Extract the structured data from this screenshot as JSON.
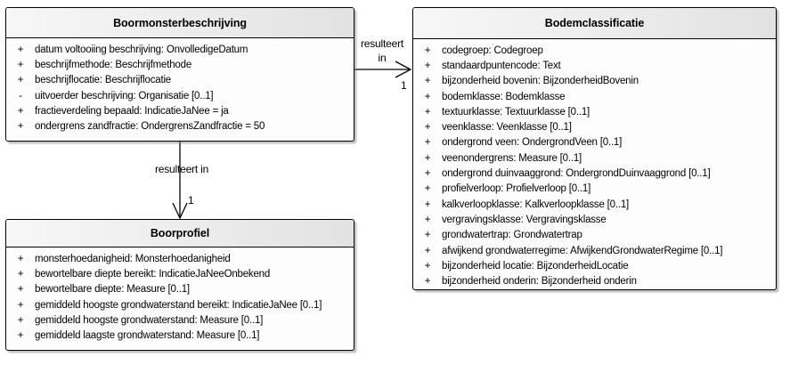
{
  "diagram": {
    "kind": "uml-class-diagram",
    "language": "nl"
  },
  "colors": {
    "background": "#ffffff",
    "box_border": "#000000",
    "box_body": "#fdfdfd",
    "header_fill": "#ececec",
    "text": "#000000",
    "shadow": "#9e9e9e"
  },
  "classes": [
    {
      "id": "boormonsterbeschrijving",
      "title": "Boormonsterbeschrijving",
      "attributes": [
        {
          "visibility": "+",
          "name": "datum voltooiing beschrijving",
          "type": "OnvolledigeDatum"
        },
        {
          "visibility": "+",
          "name": "beschrijfmethode",
          "type": "Beschrijfmethode"
        },
        {
          "visibility": "+",
          "name": "beschrijflocatie",
          "type": "Beschrijflocatie"
        },
        {
          "visibility": "-",
          "name": "uitvoerder beschrijving",
          "type": "Organisatie [0..1]"
        },
        {
          "visibility": "+",
          "name": "fractieverdeling bepaald",
          "type": "IndicatieJaNee",
          "default": "ja"
        },
        {
          "visibility": "+",
          "name": "ondergrens zandfractie",
          "type": "OndergrensZandfractie",
          "default": "50"
        }
      ]
    },
    {
      "id": "bodemclassificatie",
      "title": "Bodemclassificatie",
      "attributes": [
        {
          "visibility": "+",
          "name": "codegroep",
          "type": "Codegroep"
        },
        {
          "visibility": "+",
          "name": "standaardpuntencode",
          "type": "Text"
        },
        {
          "visibility": "+",
          "name": "bijzonderheid bovenin",
          "type": "BijzonderheidBovenin"
        },
        {
          "visibility": "+",
          "name": "bodemklasse",
          "type": "Bodemklasse"
        },
        {
          "visibility": "+",
          "name": "textuurklasse",
          "type": "Textuurklasse [0..1]"
        },
        {
          "visibility": "+",
          "name": "veenklasse",
          "type": "Veenklasse [0..1]"
        },
        {
          "visibility": "+",
          "name": "ondergrond veen",
          "type": "OndergrondVeen [0..1]"
        },
        {
          "visibility": "+",
          "name": "veenondergrens",
          "type": "Measure [0..1]"
        },
        {
          "visibility": "+",
          "name": "ondergrond duinvaaggrond",
          "type": "OndergrondDuinvaaggrond [0..1]"
        },
        {
          "visibility": "+",
          "name": "profielverloop",
          "type": "Profielverloop [0..1]"
        },
        {
          "visibility": "+",
          "name": "kalkverloopklasse",
          "type": "Kalkverloopklasse [0..1]"
        },
        {
          "visibility": "+",
          "name": "vergravingsklasse",
          "type": "Vergravingsklasse"
        },
        {
          "visibility": "+",
          "name": "grondwatertrap",
          "type": "Grondwatertrap"
        },
        {
          "visibility": "+",
          "name": "afwijkend grondwaterregime",
          "type": "AfwijkendGrondwaterRegime [0..1]"
        },
        {
          "visibility": "+",
          "name": "bijzonderheid locatie",
          "type": "BijzonderheidLocatie"
        },
        {
          "visibility": "+",
          "name": "bijzonderheid onderin",
          "type": "Bijzonderheid onderin"
        }
      ]
    },
    {
      "id": "boorprofiel",
      "title": "Boorprofiel",
      "attributes": [
        {
          "visibility": "+",
          "name": "monsterhoedanigheid",
          "type": "Monsterhoedanigheid"
        },
        {
          "visibility": "+",
          "name": "bewortelbare diepte bereikt",
          "type": "IndicatieJaNeeOnbekend"
        },
        {
          "visibility": "+",
          "name": "bewortelbare diepte",
          "type": "Measure [0..1]"
        },
        {
          "visibility": "+",
          "name": "gemiddeld hoogste grondwaterstand bereikt",
          "type": "IndicatieJaNee [0..1]"
        },
        {
          "visibility": "+",
          "name": "gemiddeld hoogste grondwaterstand",
          "type": "Measure [0..1]"
        },
        {
          "visibility": "+",
          "name": "gemiddeld laagste grondwaterstand",
          "type": "Measure [0..1]"
        }
      ]
    }
  ],
  "connectors": [
    {
      "id": "resulteert-in-horizontal",
      "label": "resulteert in",
      "multiplicity": "1",
      "source": "Boormonsterbeschrijving",
      "target": "Bodemclassificatie",
      "arrow": "open"
    },
    {
      "id": "resulteert-in-vertical",
      "label": "resulteert in",
      "multiplicity": "1",
      "source": "Boormonsterbeschrijving",
      "target": "Boorprofiel",
      "arrow": "open"
    }
  ]
}
